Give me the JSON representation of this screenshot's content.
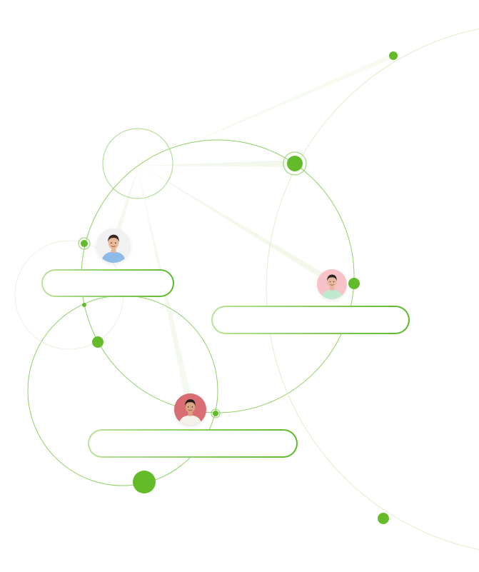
{
  "colors": {
    "accent": "#63bb2a",
    "accent_light": "#a8dc84",
    "ring": "#8fd065",
    "ring_faint": "#dcefcc"
  },
  "avatars": [
    {
      "name": "woman-blue-hoodie",
      "bg": "#f1f1f1",
      "shirt": "#8dbbe8",
      "skin": "#e8b898",
      "hair": "#3a2a22"
    },
    {
      "name": "man-mint-shirt",
      "bg": "#f7c2c8",
      "shirt": "#bfe9cf",
      "skin": "#e6b79a",
      "hair": "#2c2620"
    },
    {
      "name": "man-white-shirt",
      "bg": "#d86e74",
      "shirt": "#f4f1ea",
      "skin": "#d9a385",
      "hair": "#1f1a17"
    }
  ],
  "text_fields": [
    {
      "value": ""
    },
    {
      "value": ""
    },
    {
      "value": ""
    }
  ]
}
